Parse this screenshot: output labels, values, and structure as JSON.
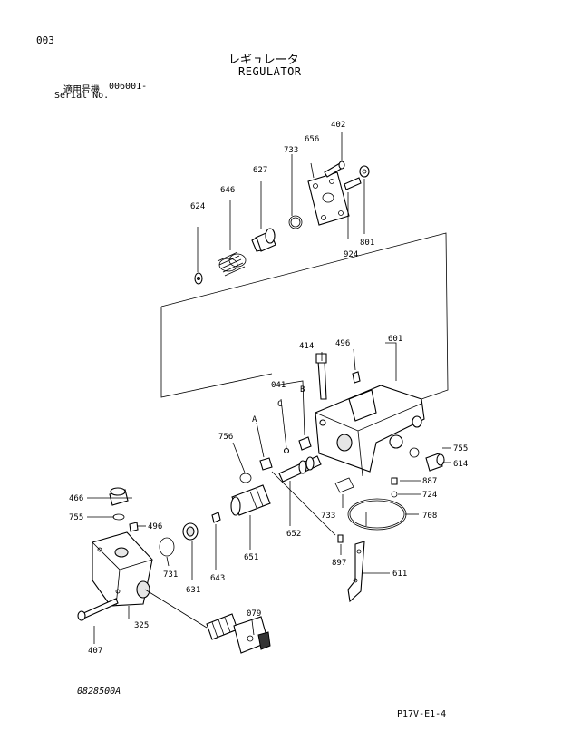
{
  "header": {
    "page_number": "003",
    "title_jp": "レギュレータ",
    "title_en": "REGULATOR",
    "serial_label_jp": "適用号機",
    "serial_value": "006001-",
    "serial_label_en": "Serial No."
  },
  "footer": {
    "figure_code": "0828500A",
    "page_code": "P17V-E1-4"
  },
  "callouts": {
    "c402": "402",
    "c656": "656",
    "c733a": "733",
    "c627": "627",
    "c646": "646",
    "c624": "624",
    "c924": "924",
    "c801": "801",
    "c414": "414",
    "c496a": "496",
    "c601": "601",
    "c041": "041",
    "cA": "A",
    "cC": "C",
    "cB": "B",
    "c756": "756",
    "c755a": "755",
    "c614": "614",
    "c887": "887",
    "c724": "724",
    "c466": "466",
    "c755b": "755",
    "c496b": "496",
    "c733b": "733",
    "c708": "708",
    "c652": "652",
    "c731": "731",
    "c631": "631",
    "c643": "643",
    "c651": "651",
    "c897": "897",
    "c611": "611",
    "c079": "079",
    "c325": "325",
    "c407": "407"
  }
}
